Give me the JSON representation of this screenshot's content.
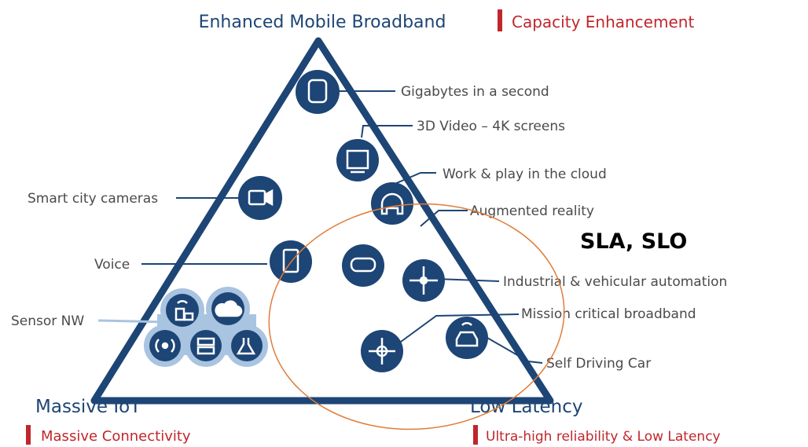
{
  "colors": {
    "navy": "#1d4575",
    "label_gray": "#4a4a4a",
    "corner_title": "#1d4575",
    "red_bar": "#c0262c",
    "red_text": "#c0262c",
    "light_circle": "#a9c4e0",
    "ellipse": "#e07d3a",
    "sla_text": "#000000"
  },
  "top": {
    "title": "Enhanced Mobile Broadband",
    "subtitle": "Capacity Enhancement"
  },
  "bottom_left": {
    "title": "Massive IoT",
    "subtitle": "Massive Connectivity"
  },
  "bottom_right": {
    "title": "Low Latency",
    "subtitle": "Ultra-high reliability & Low Latency"
  },
  "labels": {
    "gigabytes": "Gigabytes in a second",
    "video": "3D Video – 4K screens",
    "cloud": "Work & play in the cloud",
    "ar": "Augmented reality",
    "industrial": "Industrial & vehicular automation",
    "mission": "Mission critical broadband",
    "self_driving": "Self Driving Car",
    "smart_city": "Smart city cameras",
    "voice": "Voice",
    "sensor": "Sensor NW"
  },
  "annotation": "SLA, SLO",
  "icons": {
    "gigabytes": "database-icon",
    "video": "3d-video-screen-icon",
    "cloud": "gamepad-icon",
    "ar": "vr-headset-icon",
    "industrial": "arrows-inward-icon",
    "mission": "arrows-outward-icon",
    "self_driving": "car-icon",
    "smart_city": "video-camera-icon",
    "voice": "tablet-icon",
    "sensor_1": "building-signal-icon",
    "sensor_2": "cloud-icon",
    "sensor_3": "broadcast-icon",
    "sensor_4": "server-icon",
    "sensor_5": "flask-icon"
  }
}
